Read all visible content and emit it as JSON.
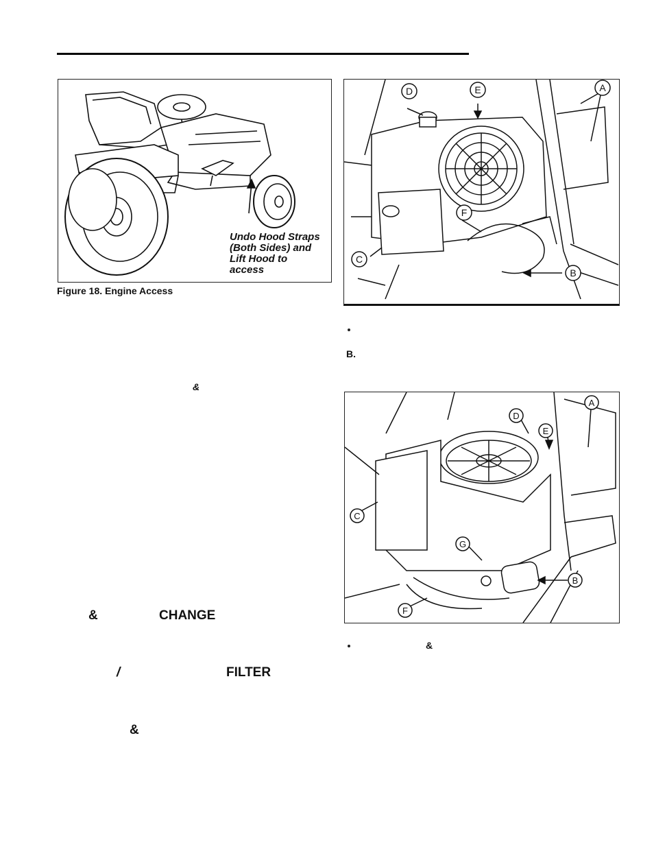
{
  "figure18": {
    "callout_lines": [
      "Undo Hood Straps",
      "(Both Sides) and",
      "Lift Hood to",
      "access"
    ],
    "caption": "Figure 18. Engine Access"
  },
  "figure19": {
    "labels": [
      "A",
      "B",
      "C",
      "D",
      "E",
      "F"
    ]
  },
  "figure20": {
    "labels": [
      "A",
      "B",
      "C",
      "D",
      "E",
      "F",
      "G"
    ]
  },
  "fragments": {
    "right_b": "B.",
    "amp1": "&",
    "amp2": "&",
    "change": "CHANGE",
    "slash": "/",
    "filter": "FILTER",
    "amp3": "&",
    "amp4": "&"
  },
  "colors": {
    "ink": "#111111",
    "paper": "#ffffff"
  }
}
